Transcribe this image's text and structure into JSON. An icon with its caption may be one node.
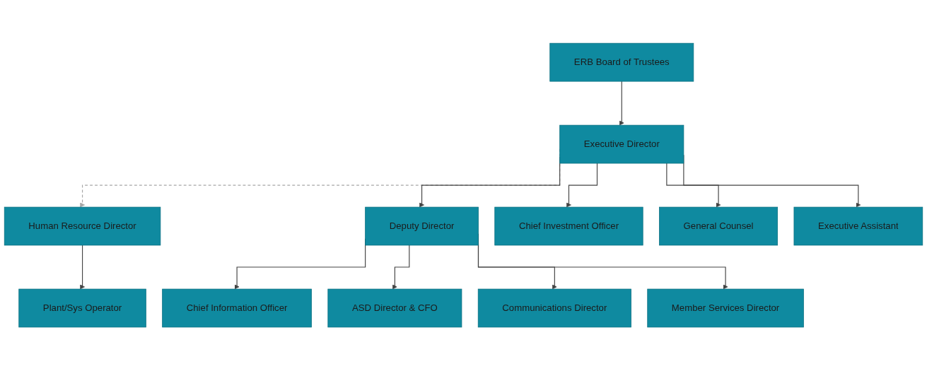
{
  "diagram": {
    "nodes": [
      {
        "text": [
          "ERB Board of Trustees"
        ]
      },
      {
        "text": [
          "Executive Director"
        ]
      },
      {
        "text": [
          "Human Resource Director"
        ]
      },
      {
        "text": [
          "Deputy Director"
        ]
      },
      {
        "text": [
          "Chief Investment Officer"
        ]
      },
      {
        "text": [
          "General Counsel"
        ]
      },
      {
        "text": [
          "Executive Assistant"
        ]
      },
      {
        "text": [
          "Plant/Sys Operator"
        ]
      },
      {
        "text": [
          "Chief Information Officer"
        ]
      },
      {
        "text": [
          "ASD Director & CFO"
        ]
      },
      {
        "text": [
          "Communications Director"
        ]
      },
      {
        "text": [
          "Member Services Director"
        ]
      }
    ],
    "edges": [
      {
        "from": 0,
        "to": 1,
        "arrow": "to"
      },
      {
        "from": 1,
        "to": 2,
        "arrow": "to",
        "style": "dashed",
        "color": "#a6a6a6"
      },
      {
        "from": 1,
        "to": 3,
        "arrow": "to"
      },
      {
        "from": 1,
        "to": 4,
        "arrow": "to"
      },
      {
        "from": 1,
        "to": 5,
        "arrow": "to"
      },
      {
        "from": 1,
        "to": 6,
        "arrow": "to"
      },
      {
        "from": 2,
        "to": 7,
        "arrow": "to"
      },
      {
        "from": 3,
        "to": 8,
        "arrow": "to"
      },
      {
        "from": 3,
        "to": 9,
        "arrow": "to"
      },
      {
        "from": 3,
        "to": 10,
        "arrow": "to"
      },
      {
        "from": 3,
        "to": 11,
        "arrow": "to"
      }
    ]
  }
}
